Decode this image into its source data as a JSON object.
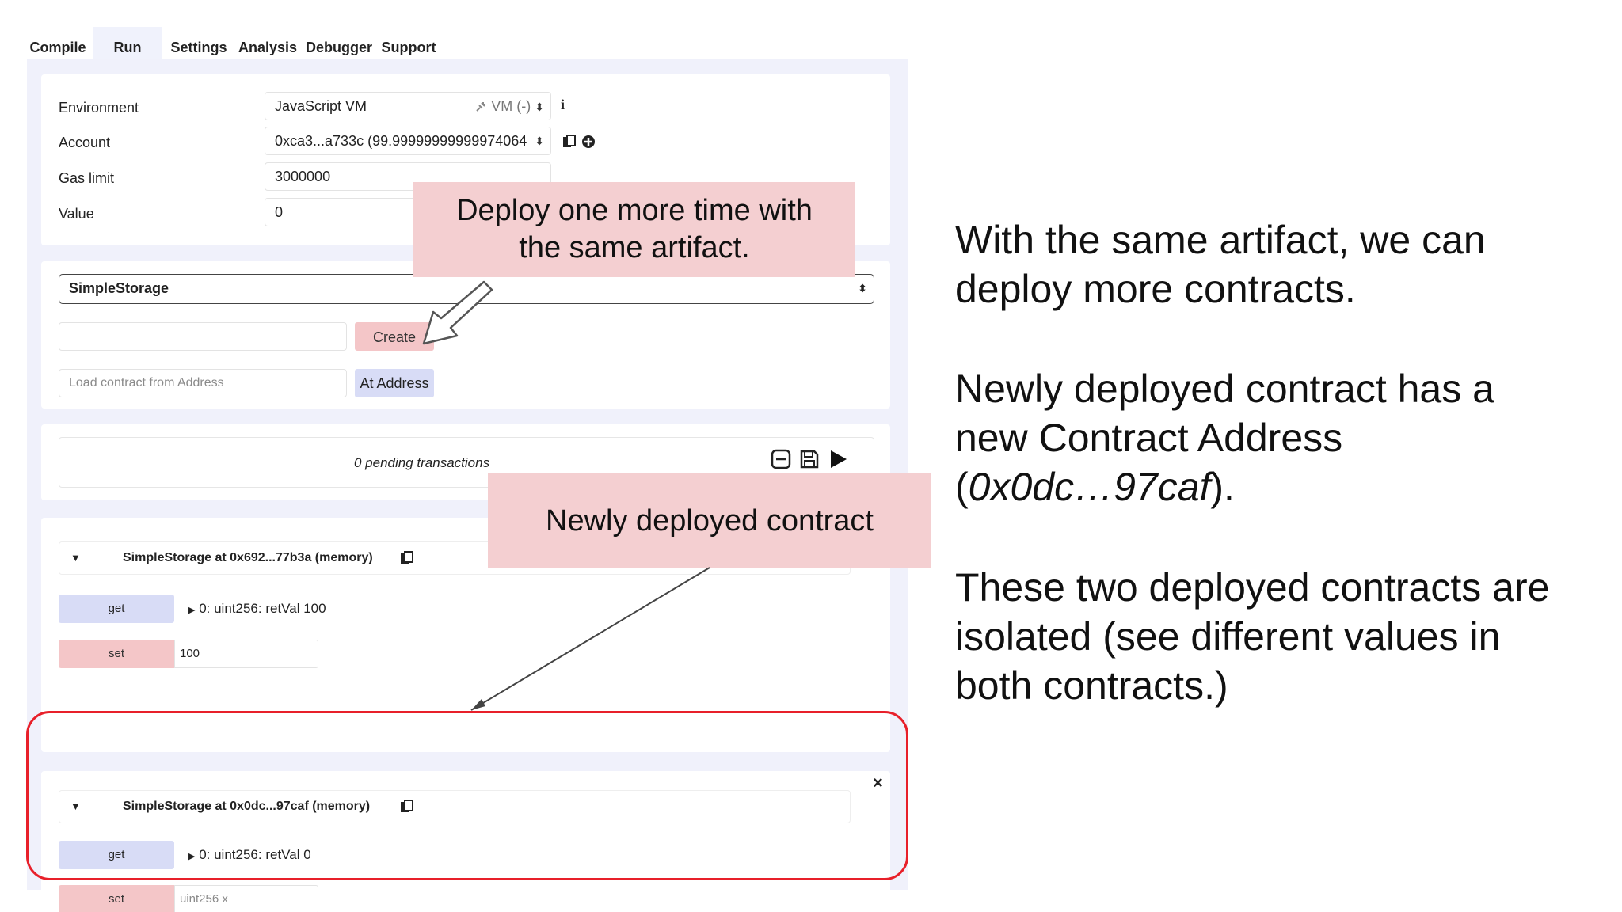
{
  "tabs": [
    "Compile",
    "Run",
    "Settings",
    "Analysis",
    "Debugger",
    "Support"
  ],
  "env": {
    "environment_label": "Environment",
    "environment_value": "JavaScript VM",
    "environment_right": "VM (-)",
    "account_label": "Account",
    "account_value": "0xca3...a733c (99.99999999999974064",
    "gas_label": "Gas limit",
    "gas_value": "3000000",
    "value_label": "Value",
    "value_value": "0"
  },
  "contract": {
    "selected": "SimpleStorage",
    "create_label": "Create",
    "load_placeholder": "Load contract from Address",
    "at_address_label": "At Address"
  },
  "pending": {
    "text": "0 pending transactions"
  },
  "instances": [
    {
      "title": "SimpleStorage at 0x692...77b3a (memory)",
      "get_label": "get",
      "get_result": "0: uint256: retVal 100",
      "set_label": "set",
      "set_value": "100",
      "set_placeholder": ""
    },
    {
      "title": "SimpleStorage at 0x0dc...97caf (memory)",
      "get_label": "get",
      "get_result": "0: uint256: retVal 0",
      "set_label": "set",
      "set_value": "",
      "set_placeholder": "uint256 x"
    }
  ],
  "close_symbol": "×",
  "callouts": {
    "deploy_line1": "Deploy one more time with",
    "deploy_line2": "the same artifact.",
    "newly": "Newly deployed contract"
  },
  "notes": {
    "p1_line1": "With the same artifact, we can",
    "p1_line2": "deploy more contracts.",
    "p2_line1": "Newly deployed contract has a",
    "p2_line2": "new Contract Address",
    "p2_line3_prefix": "(",
    "p2_line3_italic": "0x0dc…97caf",
    "p2_line3_suffix": ").",
    "p3_line1": "These two deployed contracts are",
    "p3_line2": "isolated (see different values in",
    "p3_line3": "both contracts.)"
  },
  "colors": {
    "accent_pink": "#f4c6c8",
    "accent_blue": "#d8dcf6",
    "highlight_red": "#e8202a",
    "panel_bg": "#f0f1fb"
  }
}
